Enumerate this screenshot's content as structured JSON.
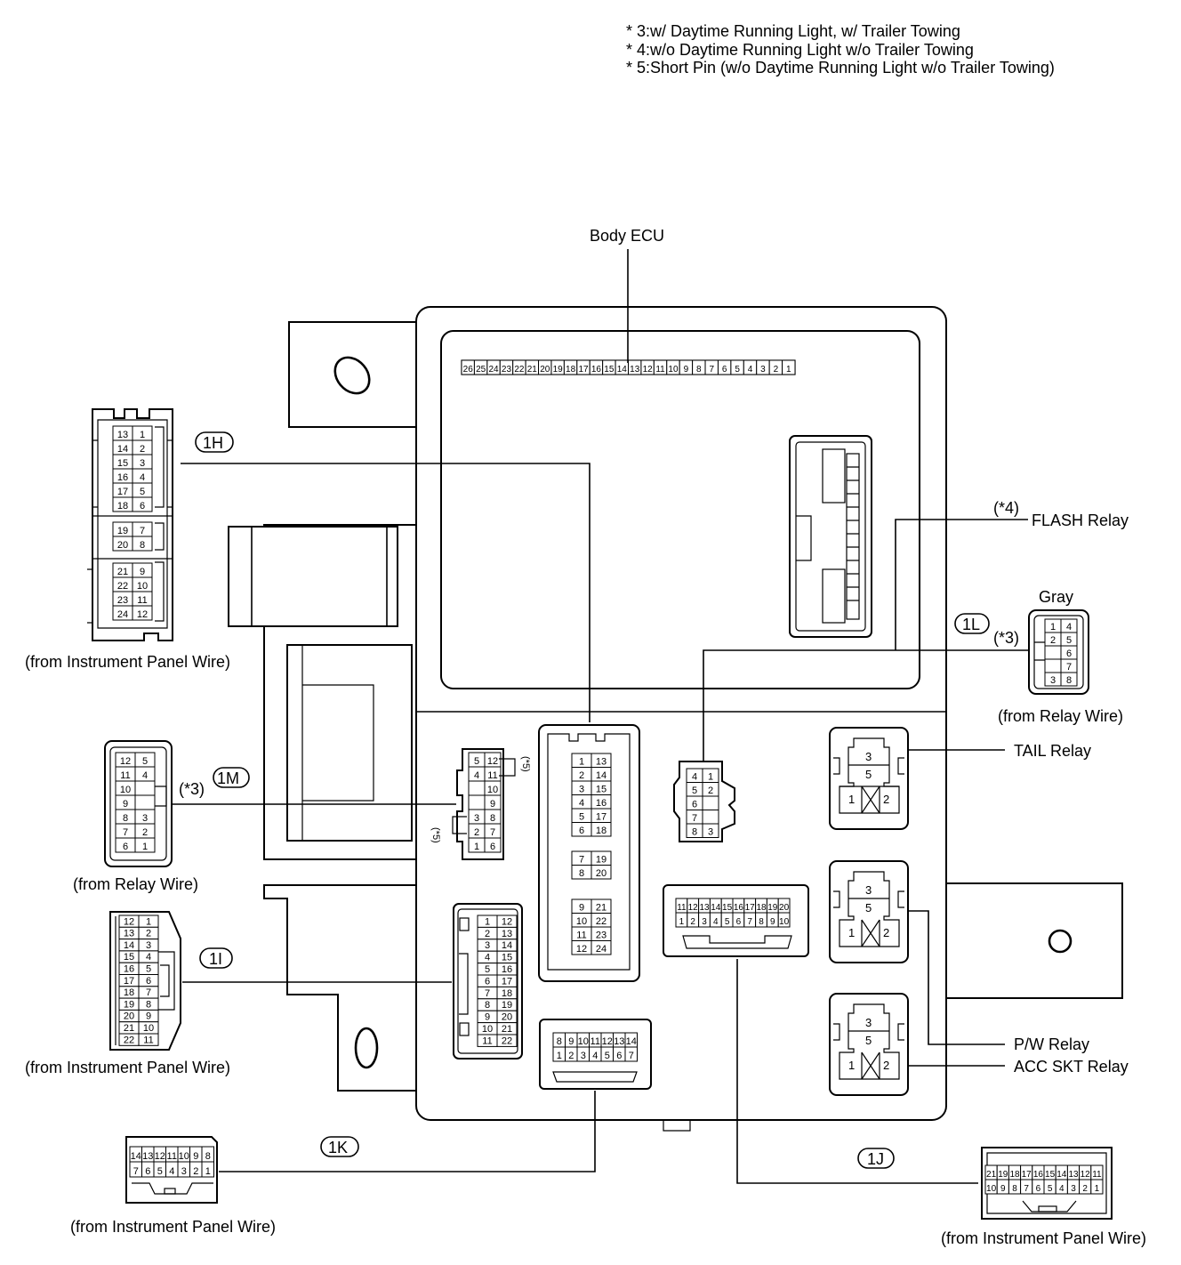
{
  "notes": [
    "* 3:w/ Daytime Running Light, w/ Trailer Towing",
    "* 4:w/o Daytime Running Light w/o Trailer Towing",
    "* 5:Short Pin (w/o Daytime Running Light w/o Trailer Towing)"
  ],
  "labels": {
    "body_ecu": "Body ECU",
    "flash_relay": "FLASH Relay",
    "tail_relay": "TAIL Relay",
    "pw_relay": "P/W Relay",
    "acc_relay": "ACC SKT Relay",
    "gray": "Gray",
    "star3": "(*3)",
    "star4": "(*4)",
    "star5": "(*5)",
    "from_ip": "(from Instrument Panel Wire)",
    "from_relay": "(from Relay Wire)"
  },
  "connectors": {
    "1H": "1H",
    "1I": "1I",
    "1J": "1J",
    "1K": "1K",
    "1L": "1L",
    "1M": "1M"
  },
  "ecu_pins": [
    "26",
    "25",
    "24",
    "23",
    "22",
    "21",
    "20",
    "19",
    "18",
    "17",
    "16",
    "15",
    "14",
    "13",
    "12",
    "11",
    "10",
    "9",
    "8",
    "7",
    "6",
    "5",
    "4",
    "3",
    "2",
    "1"
  ],
  "c1H": [
    [
      "13",
      "1"
    ],
    [
      "14",
      "2"
    ],
    [
      "15",
      "3"
    ],
    [
      "16",
      "4"
    ],
    [
      "17",
      "5"
    ],
    [
      "18",
      "6"
    ],
    [
      "19",
      "7"
    ],
    [
      "20",
      "8"
    ],
    [
      "21",
      "9"
    ],
    [
      "22",
      "10"
    ],
    [
      "23",
      "11"
    ],
    [
      "24",
      "12"
    ]
  ],
  "c1I": [
    [
      "12",
      "1"
    ],
    [
      "13",
      "2"
    ],
    [
      "14",
      "3"
    ],
    [
      "15",
      "4"
    ],
    [
      "16",
      "5"
    ],
    [
      "17",
      "6"
    ],
    [
      "18",
      "7"
    ],
    [
      "19",
      "8"
    ],
    [
      "20",
      "9"
    ],
    [
      "21",
      "10"
    ],
    [
      "22",
      "11"
    ]
  ],
  "c1M": [
    [
      "12",
      "5"
    ],
    [
      "11",
      "4"
    ],
    [
      "10",
      ""
    ],
    [
      "9",
      ""
    ],
    [
      "8",
      "3"
    ],
    [
      "7",
      "2"
    ],
    [
      "6",
      "1"
    ]
  ],
  "c1L": [
    [
      "1",
      "4"
    ],
    [
      "2",
      "5"
    ],
    [
      "",
      "6"
    ],
    [
      "",
      "7"
    ],
    [
      "3",
      "8"
    ]
  ],
  "c1K": {
    "top": [
      "14",
      "13",
      "12",
      "11",
      "10",
      "9",
      "8"
    ],
    "bot": [
      "7",
      "6",
      "5",
      "4",
      "3",
      "2",
      "1"
    ]
  },
  "c1J": {
    "top": [
      "21",
      "19",
      "18",
      "17",
      "16",
      "15",
      "14",
      "13",
      "12",
      "11"
    ],
    "bot": [
      "10",
      "9",
      "8",
      "7",
      "6",
      "5",
      "4",
      "3",
      "2",
      "1"
    ]
  },
  "f1H": [
    [
      "1",
      "13"
    ],
    [
      "2",
      "14"
    ],
    [
      "3",
      "15"
    ],
    [
      "4",
      "16"
    ],
    [
      "5",
      "17"
    ],
    [
      "6",
      "18"
    ],
    [
      "7",
      "19"
    ],
    [
      "8",
      "20"
    ],
    [
      "9",
      "21"
    ],
    [
      "10",
      "22"
    ],
    [
      "11",
      "23"
    ],
    [
      "12",
      "24"
    ]
  ],
  "f1I": [
    [
      "1",
      "12"
    ],
    [
      "2",
      "13"
    ],
    [
      "3",
      "14"
    ],
    [
      "4",
      "15"
    ],
    [
      "5",
      "16"
    ],
    [
      "6",
      "17"
    ],
    [
      "7",
      "18"
    ],
    [
      "8",
      "19"
    ],
    [
      "9",
      "20"
    ],
    [
      "10",
      "21"
    ],
    [
      "11",
      "22"
    ]
  ],
  "f1M": [
    [
      "5",
      "12"
    ],
    [
      "4",
      "11"
    ],
    [
      "",
      "10"
    ],
    [
      "",
      "9"
    ],
    [
      "3",
      "8"
    ],
    [
      "2",
      "7"
    ],
    [
      "1",
      "6"
    ]
  ],
  "f1L": [
    [
      "4",
      "1"
    ],
    [
      "5",
      "2"
    ],
    [
      "6",
      ""
    ],
    [
      "7",
      ""
    ],
    [
      "8",
      "3"
    ]
  ],
  "f1K": {
    "top": [
      "8",
      "9",
      "10",
      "11",
      "12",
      "13",
      "14"
    ],
    "bot": [
      "1",
      "2",
      "3",
      "4",
      "5",
      "6",
      "7"
    ]
  },
  "f1J": {
    "top": [
      "11",
      "12",
      "13",
      "14",
      "15",
      "16",
      "17",
      "18",
      "19",
      "20"
    ],
    "bot": [
      "1",
      "2",
      "3",
      "4",
      "5",
      "6",
      "7",
      "8",
      "9",
      "10"
    ]
  },
  "relay_pins": {
    "p3": "3",
    "p5": "5",
    "p1": "1",
    "p2": "2"
  }
}
